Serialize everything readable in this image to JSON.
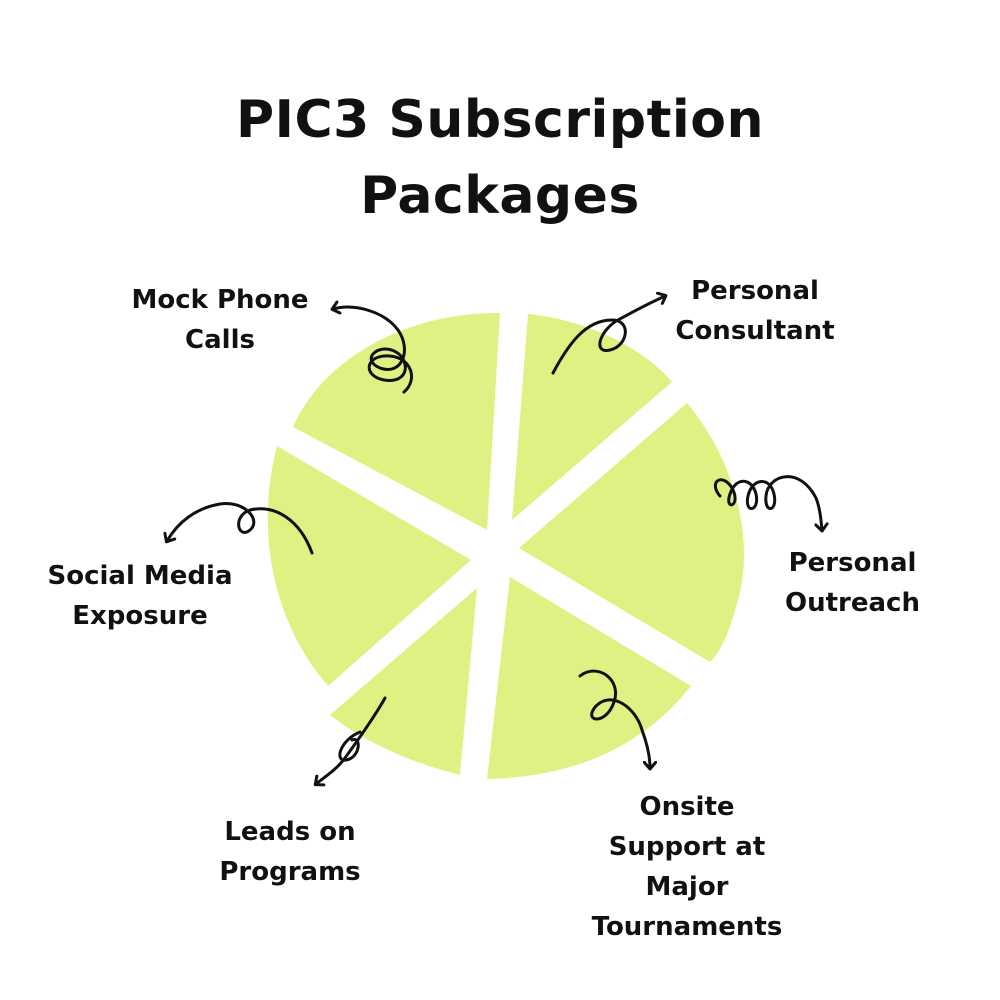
{
  "title": {
    "line1": "PIC3 Subscription",
    "line2": "Packages"
  },
  "colors": {
    "slice": "#def283",
    "text": "#111111",
    "arrow": "#111111",
    "background": "#ffffff"
  },
  "packages": [
    {
      "id": "mock",
      "lines": [
        "Mock Phone",
        "Calls"
      ]
    },
    {
      "id": "consult",
      "lines": [
        "Personal",
        "Consultant"
      ]
    },
    {
      "id": "outreach",
      "lines": [
        "Personal",
        "Outreach"
      ]
    },
    {
      "id": "onsite",
      "lines": [
        "Onsite",
        "Support at",
        "Major",
        "Tournaments"
      ]
    },
    {
      "id": "leads",
      "lines": [
        "Leads on",
        "Programs"
      ]
    },
    {
      "id": "social",
      "lines": [
        "Social Media",
        "Exposure"
      ]
    }
  ]
}
